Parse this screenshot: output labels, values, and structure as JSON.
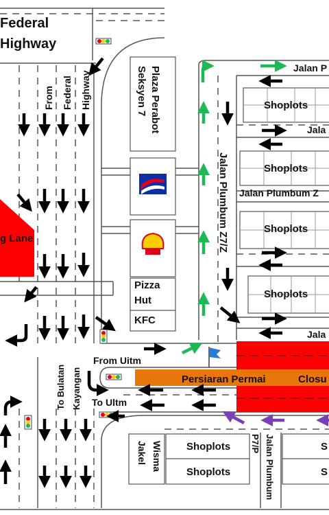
{
  "title_lines": [
    "Federal",
    "Highway"
  ],
  "labels": {
    "plaza_perabot": "Plaza Perabot",
    "seksyen7": "Seksyen 7",
    "from_federal_highway": [
      "From",
      "Federal",
      "Highway"
    ],
    "jalan_plumbum_z7z": "Jalan Plumbum Z7/Z",
    "jalan_top": "Jalan P",
    "jalan_row2": "Jala",
    "jalan_plumbum_row3": "Jalan Plumbum Z",
    "jalan_row5": "Jala",
    "lane": "g Lane",
    "pizza_hut": [
      "Pizza",
      "Hut"
    ],
    "kfc": "KFC",
    "from_uitm": "From Uitm",
    "to_uitm": "To Ultm",
    "persiaran_permai": "Persiaran Permai",
    "closure": "Closu",
    "to_bulatan_kayangan": [
      "To Bulatan",
      "Kayangan"
    ],
    "wisma_jakel": [
      "Wisma",
      "Jakel"
    ],
    "jalan_plumbum_p7p": [
      "Jalan Plumbum",
      "P7/P"
    ],
    "s1": "S",
    "s2": "S"
  },
  "shoplots": [
    "Shoplots",
    "Shoplots",
    "Shoplots",
    "Shoplots",
    "Shoplots",
    "Shoplots"
  ],
  "colors": {
    "red_zone": "#ff0000",
    "orange_road": "#e8760a",
    "green_arrow": "#1db954",
    "purple_arrow": "#7a3fb5",
    "black_arrow": "#000000",
    "flag_blue": "#2a7bd8"
  },
  "icons": [
    "petronas-logo-icon",
    "shell-logo-icon",
    "traffic-light-icon",
    "flag-icon"
  ]
}
